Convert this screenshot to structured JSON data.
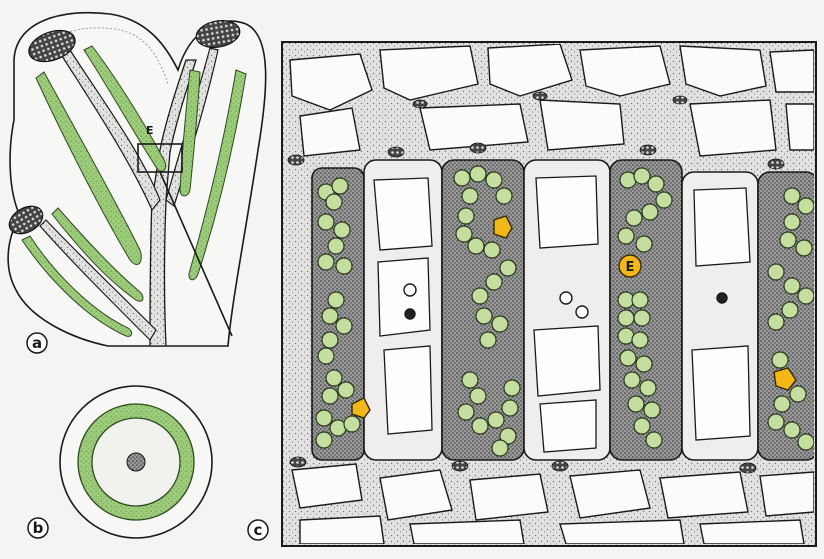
{
  "panels": [
    {
      "id": "a",
      "label": "a"
    },
    {
      "id": "b",
      "label": "b"
    },
    {
      "id": "c",
      "label": "c"
    }
  ],
  "annotations": {
    "panel_a_marker": "E",
    "panel_c_marker": "E"
  },
  "colors": {
    "background": "#f4f4f2",
    "plastid_green": "#c4dea0",
    "tissue_green": "#8cc06a",
    "yellow_marker": "#f2b718",
    "outline": "#1a1a1a",
    "stipple": "#cfcfcf"
  }
}
